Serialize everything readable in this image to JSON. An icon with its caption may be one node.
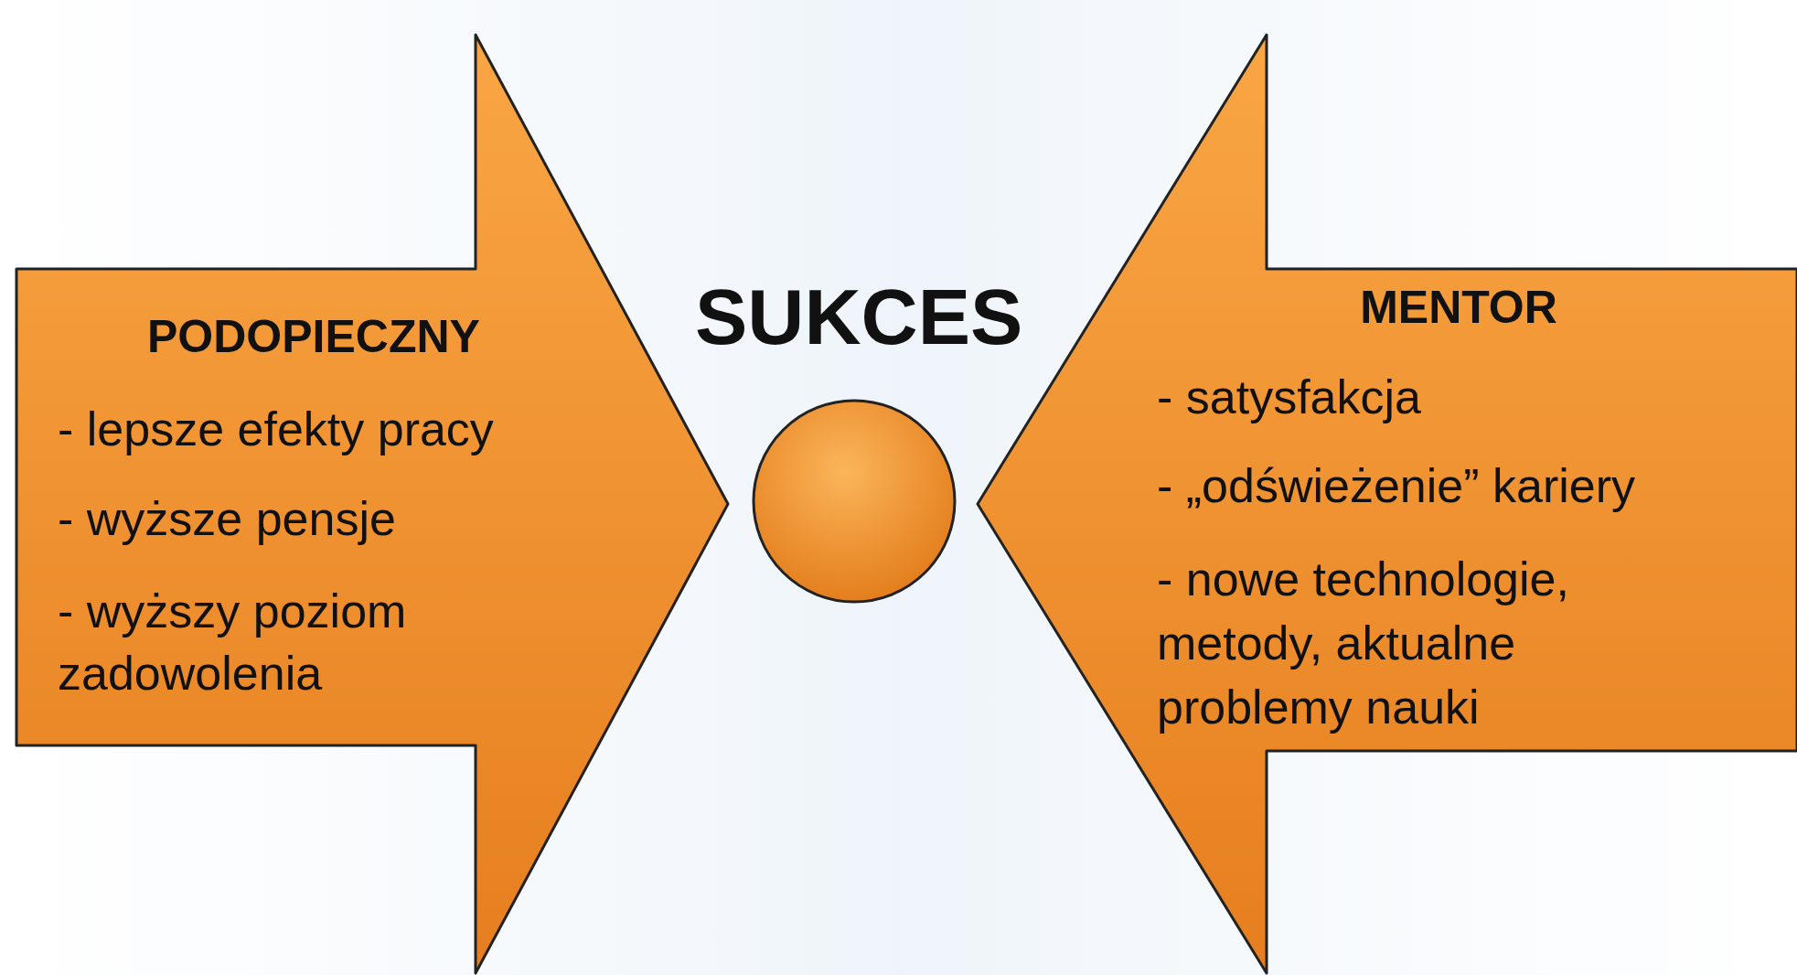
{
  "diagram": {
    "nodes": [
      {
        "text": [
          "PODOPIECZNY",
          "- lepsze efekty pracy",
          "- wyższe pensje",
          "- wyższy poziom zadowolenia"
        ]
      },
      {
        "text": [
          "SUKCES"
        ]
      },
      {
        "text": [
          "MENTOR",
          "- satysfakcja",
          "- „odświeżenie” kariery",
          "- nowe technologie, metody, aktualne problemy nauki"
        ]
      }
    ]
  }
}
